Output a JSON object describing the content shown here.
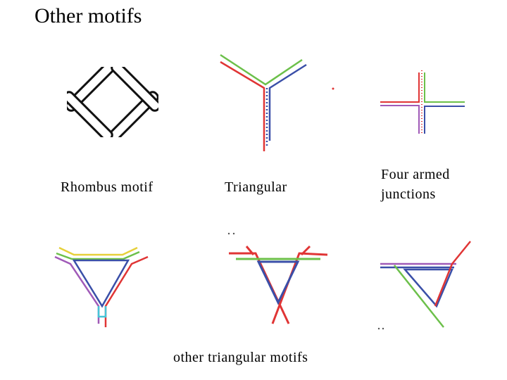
{
  "title": "Other motifs",
  "labels": {
    "rhombus": "Rhombus motif",
    "triangular": "Triangular",
    "four_armed_line1": "Four armed",
    "four_armed_line2": "junctions",
    "other_triangular": "other triangular motifs"
  },
  "colors": {
    "red": "#e03535",
    "green": "#6cc04a",
    "blue": "#3a4fa8",
    "purple": "#a05ab8",
    "yellow": "#e6d03a",
    "cyan": "#45c6d8",
    "black": "#111111"
  }
}
